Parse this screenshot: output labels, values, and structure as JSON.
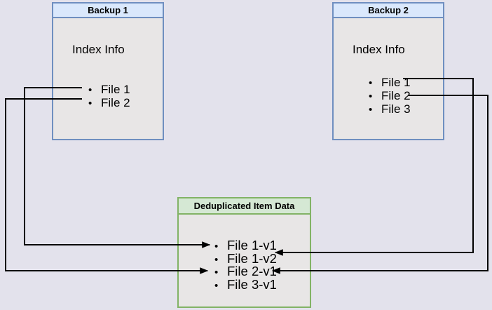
{
  "colors": {
    "background": "#e3e2ec",
    "box-fill": "#e8e6e6",
    "blue-border": "#6f8fc0",
    "blue-header": "#dae8fc",
    "green-border": "#82b366",
    "green-header": "#d5e8d4",
    "line": "#000000",
    "text": "#000000"
  },
  "boxes": {
    "backup1": {
      "title": "Backup 1",
      "subtitle": "Index Info",
      "items": [
        "File 1",
        "File 2"
      ]
    },
    "backup2": {
      "title": "Backup 2",
      "subtitle": "Index Info",
      "items": [
        "File 1",
        "File 2",
        "File 3"
      ]
    },
    "dedup": {
      "title": "Deduplicated Item Data",
      "items": [
        "File 1-v1",
        "File 1-v2",
        "File 2-v1",
        "File 3-v1"
      ]
    }
  },
  "connections": [
    {
      "from": "Backup 1 / File 1",
      "to": "File 1-v1"
    },
    {
      "from": "Backup 1 / File 2",
      "to": "File 2-v1"
    },
    {
      "from": "Backup 2 / File 1",
      "to": "File 1-v2"
    },
    {
      "from": "Backup 2 / File 2",
      "to": "File 2-v1"
    }
  ]
}
